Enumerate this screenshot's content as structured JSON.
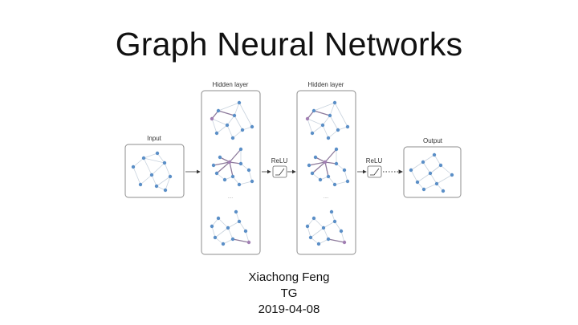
{
  "title": "Graph Neural Networks",
  "diagram": {
    "input_label": "Input",
    "hidden_label_1": "Hidden layer",
    "hidden_label_2": "Hidden layer",
    "relu_label_1": "ReLU",
    "relu_label_2": "ReLU",
    "output_label": "Output",
    "ellipsis_1": "....",
    "ellipsis_2": "....",
    "colors": {
      "node": "#5b8fc7",
      "node_highlight": "#a27fb3",
      "edge": "#c9d3de",
      "edge_highlight": "#8d7a9b",
      "box_border": "#8c8c8c",
      "arrow": "#333333"
    }
  },
  "credits": {
    "author": "Xiachong Feng",
    "group": "TG",
    "date": "2019-04-08"
  }
}
